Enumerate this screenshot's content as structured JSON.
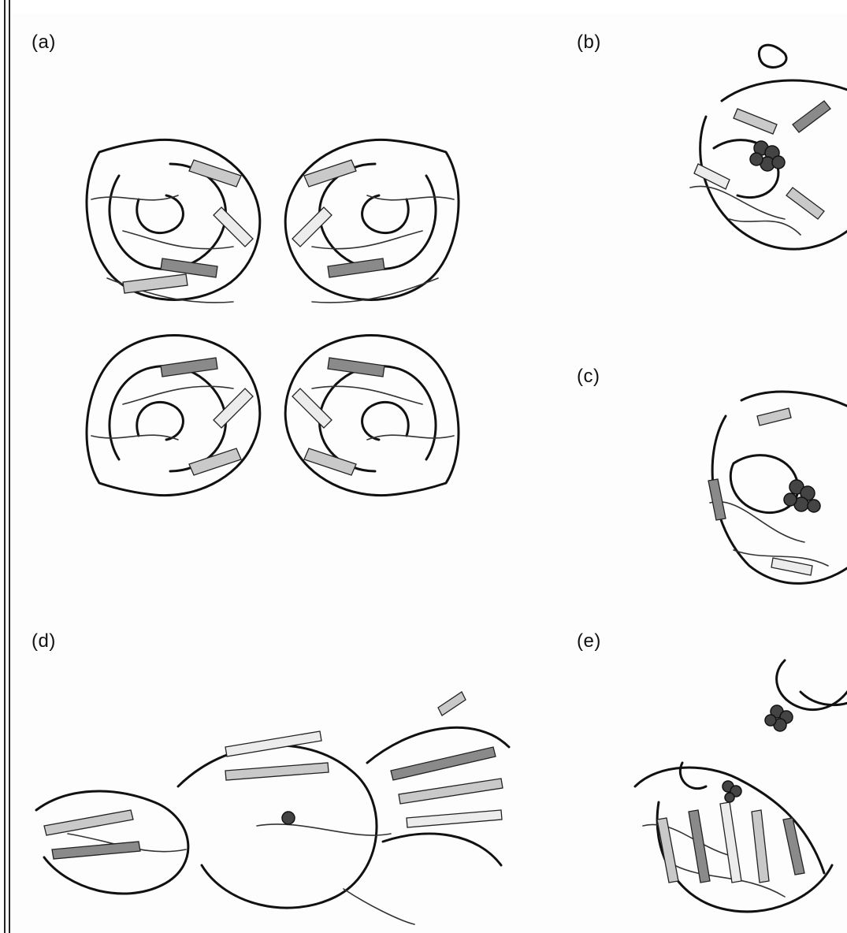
{
  "figure": {
    "panels": [
      {
        "id": "a",
        "label": "(a)"
      },
      {
        "id": "b",
        "label": "(b)"
      },
      {
        "id": "c",
        "label": "(c)"
      },
      {
        "id": "d",
        "label": "(d)"
      },
      {
        "id": "e",
        "label": "(e)"
      }
    ]
  }
}
